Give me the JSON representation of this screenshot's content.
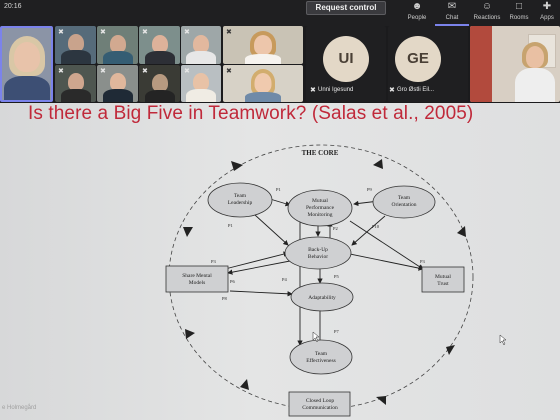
{
  "status_bar": {
    "time": "20:16"
  },
  "toolbar": {
    "request_control": "Request control",
    "items": [
      {
        "label": "People",
        "icon": "people-icon"
      },
      {
        "label": "Chat",
        "icon": "chat-icon"
      },
      {
        "label": "Reactions",
        "icon": "reactions-icon"
      },
      {
        "label": "Rooms",
        "icon": "rooms-icon"
      },
      {
        "label": "Apps",
        "icon": "apps-icon"
      }
    ]
  },
  "participants": [
    {
      "initials": "UI",
      "name": "Unni Igesund"
    },
    {
      "initials": "GE",
      "name": "Gro Østli Eil..."
    }
  ],
  "slide": {
    "title": "Is there a Big Five in Teamwork? (Salas et al., 2005)",
    "presenter": "e Holmegård",
    "diagram": {
      "heading": "THE CORE",
      "nodes": {
        "team_leadership": [
          "Team",
          "Leadership"
        ],
        "mutual_monitoring": [
          "Mutual",
          "Performance",
          "Monitoring"
        ],
        "team_orientation": [
          "Team",
          "Orientation"
        ],
        "backup_behavior": [
          "Back-Up",
          "Behavior"
        ],
        "shared_models": [
          "Share Mental",
          "Models"
        ],
        "mutual_trust": [
          "Mutual",
          "Trust"
        ],
        "adaptability": [
          "Adaptability"
        ],
        "team_effectiveness": [
          "Team",
          "Effectiveness"
        ],
        "closed_loop": [
          "Closed Loop",
          "Communication"
        ]
      },
      "paths": {
        "p1a": "P1",
        "p1b": "P1",
        "p2": "P2",
        "p3a": "P3",
        "p3b": "P3",
        "p4": "P4",
        "p5": "P5",
        "p6": "P6",
        "p7": "P7",
        "p8": "P8",
        "p9": "P9",
        "p10": "P10"
      }
    }
  },
  "colors": {
    "accent": "#7b83eb",
    "title": "#c0293a",
    "avatar": "#e3d8c7"
  }
}
